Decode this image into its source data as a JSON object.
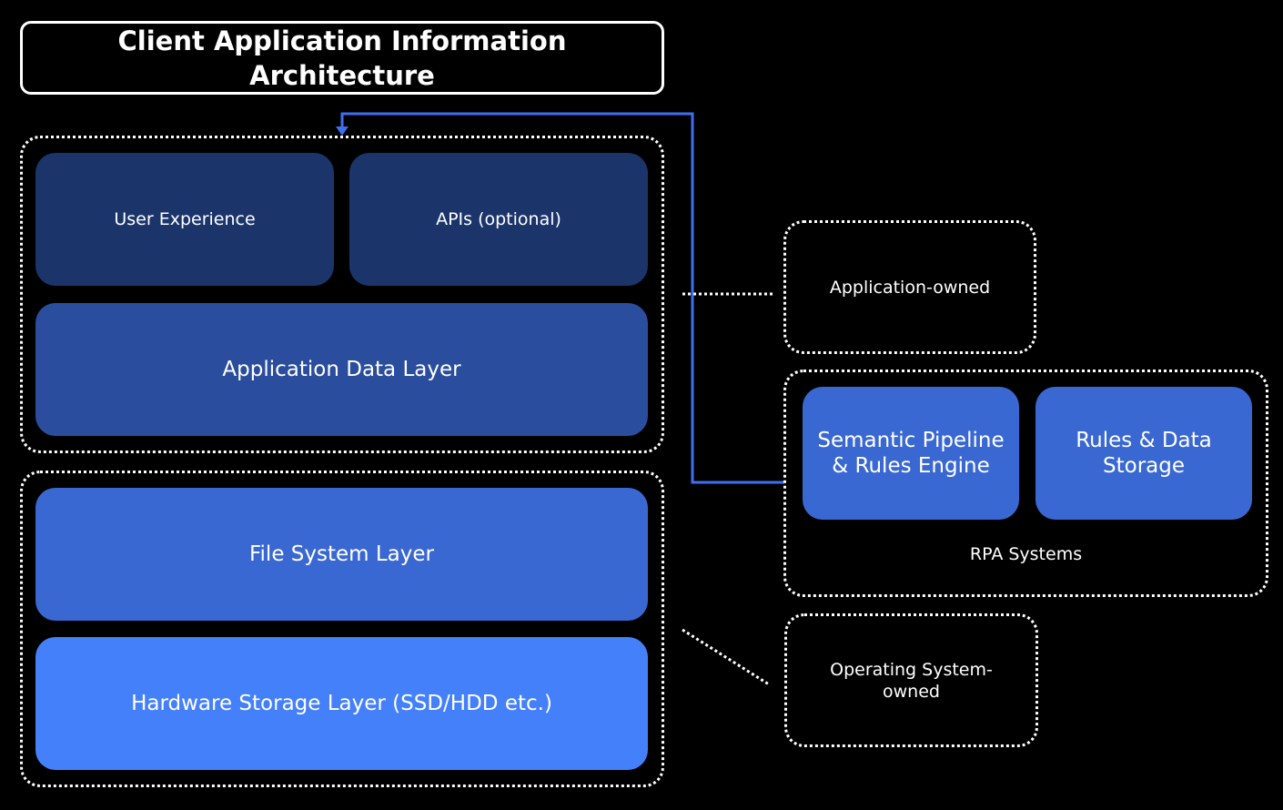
{
  "title": "Client Application Information Architecture",
  "client_stack": {
    "user_experience": "User Experience",
    "apis": "APIs (optional)",
    "application_data_layer": "Application Data Layer",
    "file_system_layer": "File System Layer",
    "hardware_storage_layer": "Hardware Storage Layer (SSD/HDD etc.)"
  },
  "ownership": {
    "application_owned": "Application-owned",
    "os_owned": "Operating System-owned"
  },
  "rpa": {
    "semantic_pipeline": "Semantic Pipeline & Rules Engine",
    "rules_storage": "Rules & Data Storage",
    "label": "RPA Systems"
  },
  "colors": {
    "background": "#000000",
    "navy": "#1b356b",
    "app_data": "#2a4d9e",
    "file_system": "#3a68d2",
    "hardware": "#4580fb",
    "rpa_block": "#3a68d2",
    "connector": "#3f6ff0"
  }
}
